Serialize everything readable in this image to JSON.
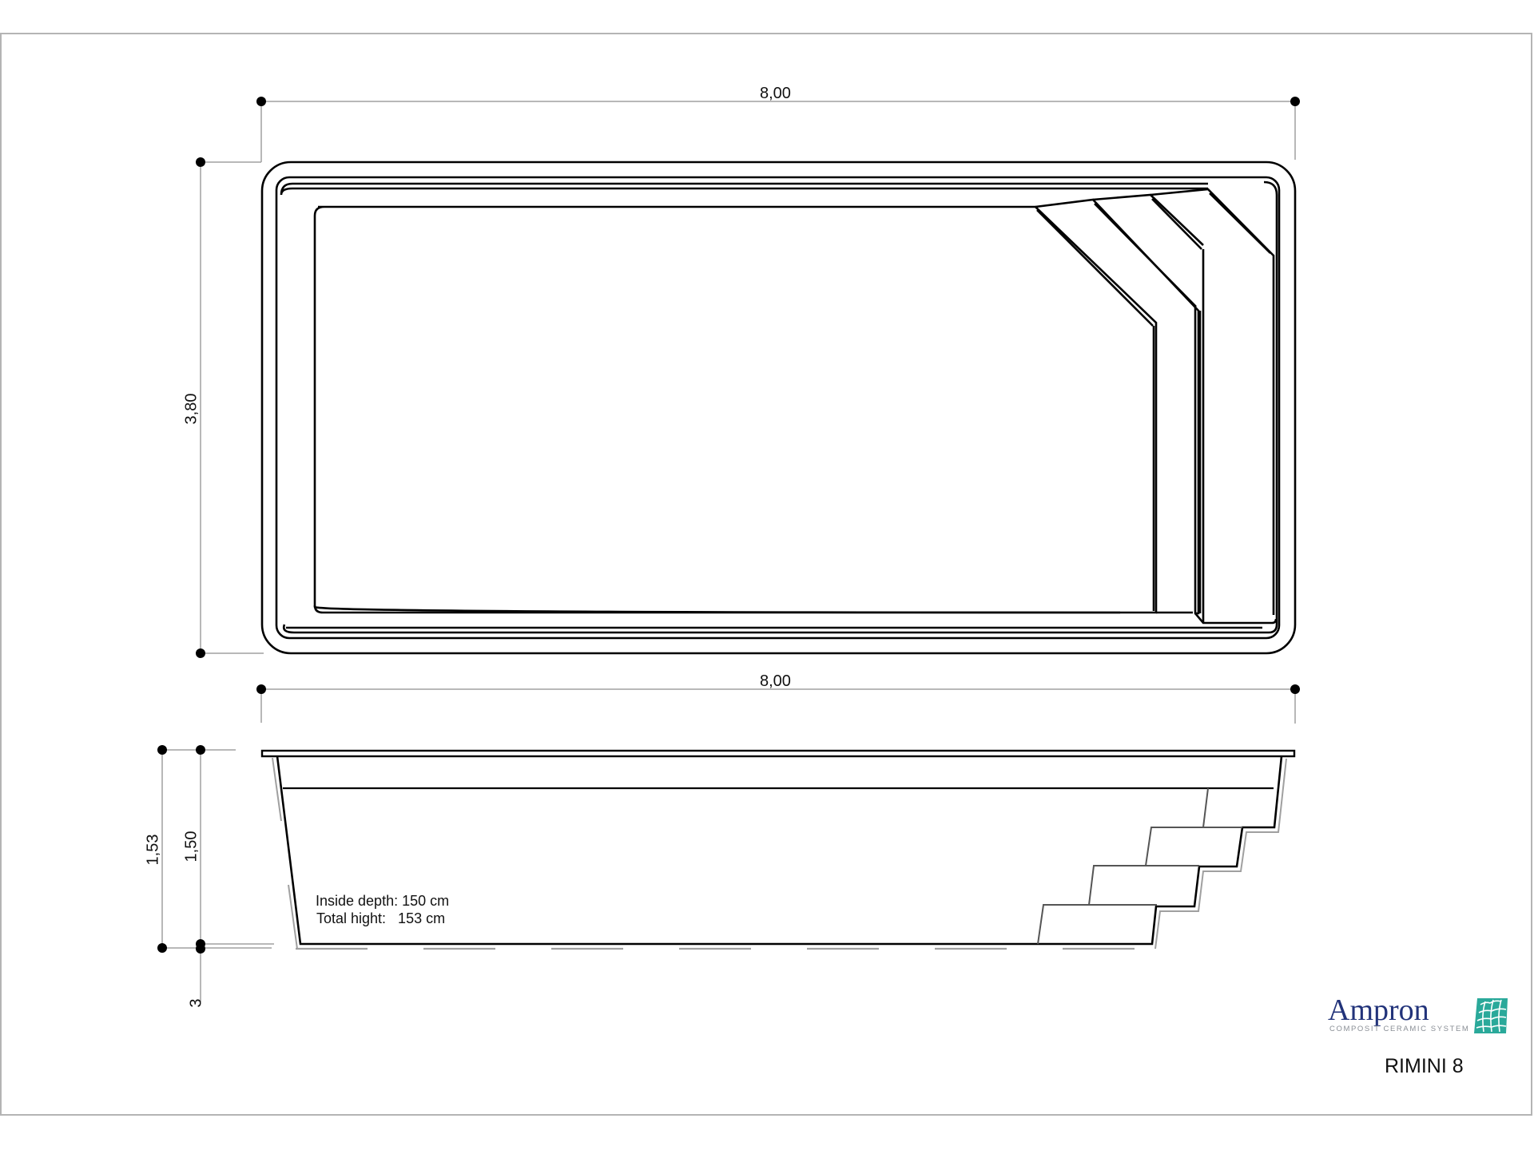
{
  "drawing": {
    "title": "RIMINI 8",
    "brand": {
      "name": "Ampron",
      "tagline": "COMPOSIT CERAMIC SYSTEM",
      "primary_color": "#22337a",
      "accent_color": "#2aa99a"
    },
    "plan_view": {
      "length_label": "8,00",
      "width_label": "3,80",
      "steps_count": 4
    },
    "section_view": {
      "length_label": "8,00",
      "total_height_label": "1,53",
      "inside_depth_label": "1,50",
      "coping_label": "3",
      "notes": {
        "inside_depth": "Inside depth: 150 cm",
        "total_height": "Total hight:   153 cm"
      }
    },
    "colors": {
      "line": "#000000",
      "dimension_line": "#a0a0a0",
      "frame": "#b4b4b4"
    }
  }
}
